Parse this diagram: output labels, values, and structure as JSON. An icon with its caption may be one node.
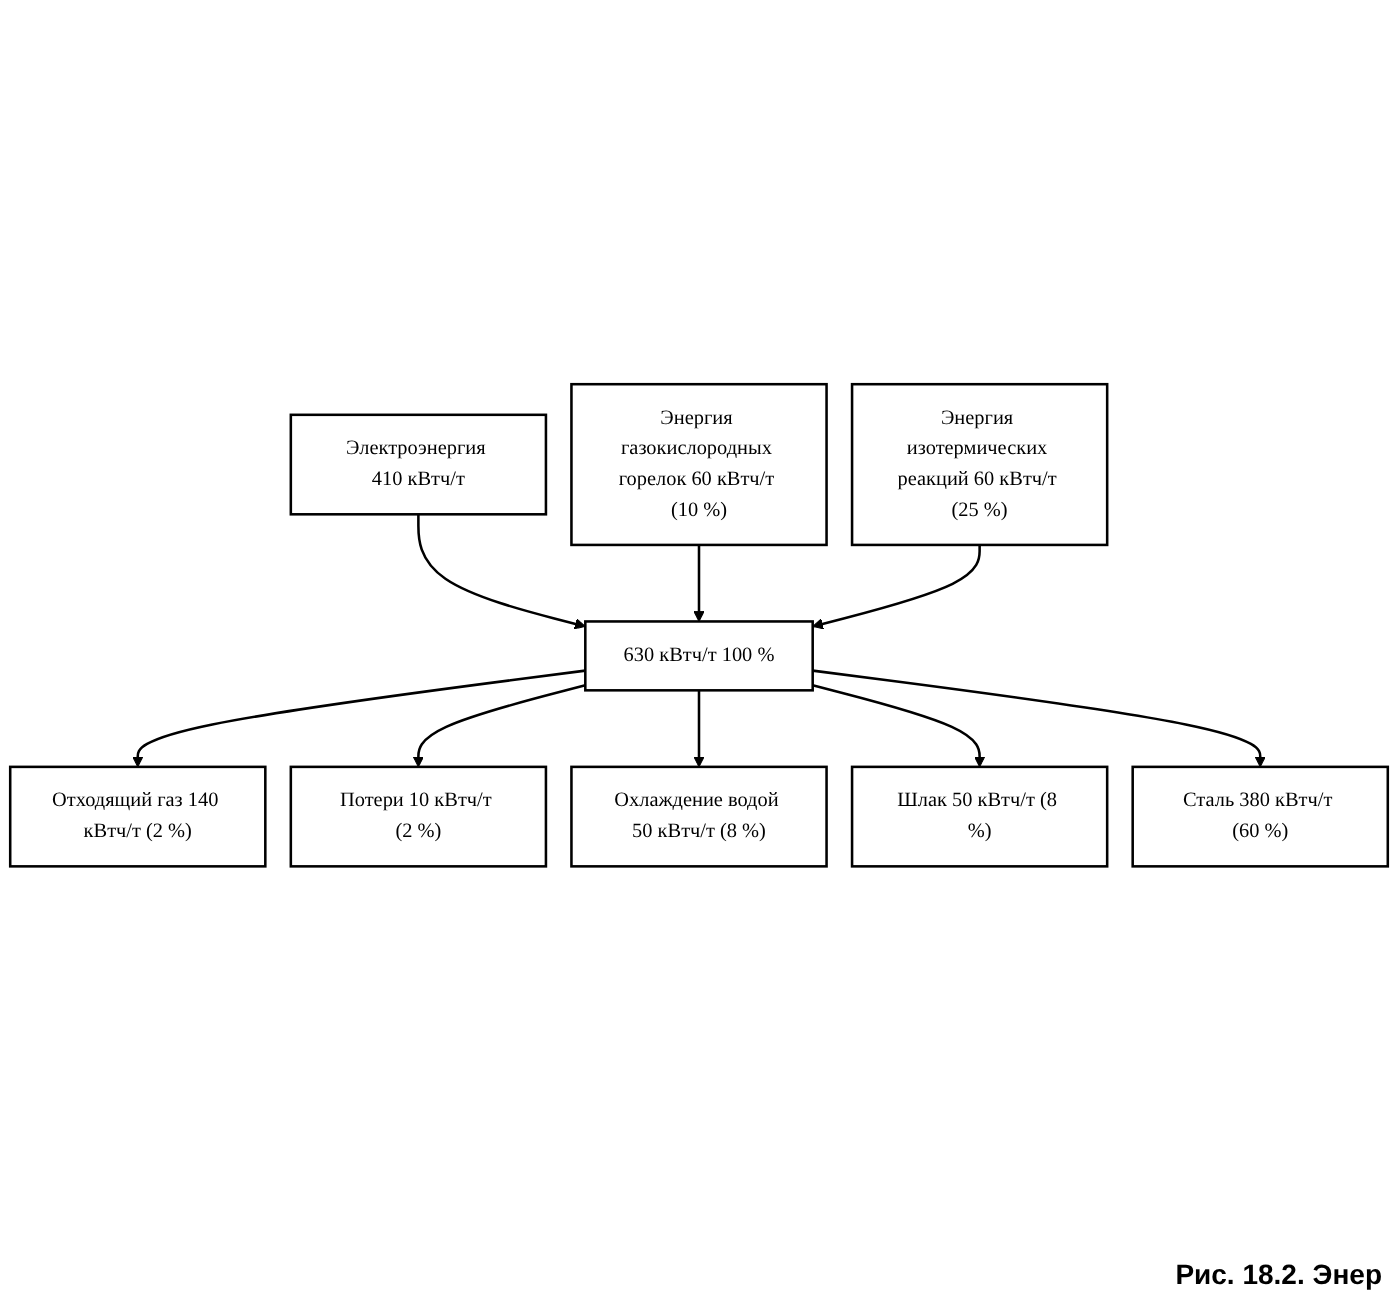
{
  "diagram": {
    "caption": "Рис. 18.2. Энер",
    "nodes": [
      {
        "text": [
          "Электроэнергия 410 кВтч/т"
        ]
      },
      {
        "text": [
          "Энергия газокислородных горелок 60 кВтч/т (10 %)"
        ]
      },
      {
        "text": [
          "Энергия изотермических реакций 60 кВтч/т (25 %)"
        ]
      },
      {
        "text": [
          "630 кВтч/т 100 %"
        ]
      },
      {
        "text": [
          "Отходящий газ 140 кВтч/т (2 %)"
        ]
      },
      {
        "text": [
          "Потери 10 кВтч/т (2 %)"
        ]
      },
      {
        "text": [
          "Охлаждение водой 50 кВтч/т (8 %)"
        ]
      },
      {
        "text": [
          "Шлак 50 кВтч/т (8 %)"
        ]
      },
      {
        "text": [
          "Сталь 380 кВтч/т (60 %)"
        ]
      }
    ],
    "edges": [
      {
        "from": 0,
        "to": 3,
        "arrow": "to"
      },
      {
        "from": 1,
        "to": 3,
        "arrow": "to"
      },
      {
        "from": 2,
        "to": 3,
        "arrow": "to"
      },
      {
        "from": 3,
        "to": 4,
        "arrow": "to"
      },
      {
        "from": 3,
        "to": 5,
        "arrow": "to"
      },
      {
        "from": 3,
        "to": 6,
        "arrow": "to"
      },
      {
        "from": 3,
        "to": 7,
        "arrow": "to"
      },
      {
        "from": 3,
        "to": 8,
        "arrow": "to"
      }
    ]
  }
}
